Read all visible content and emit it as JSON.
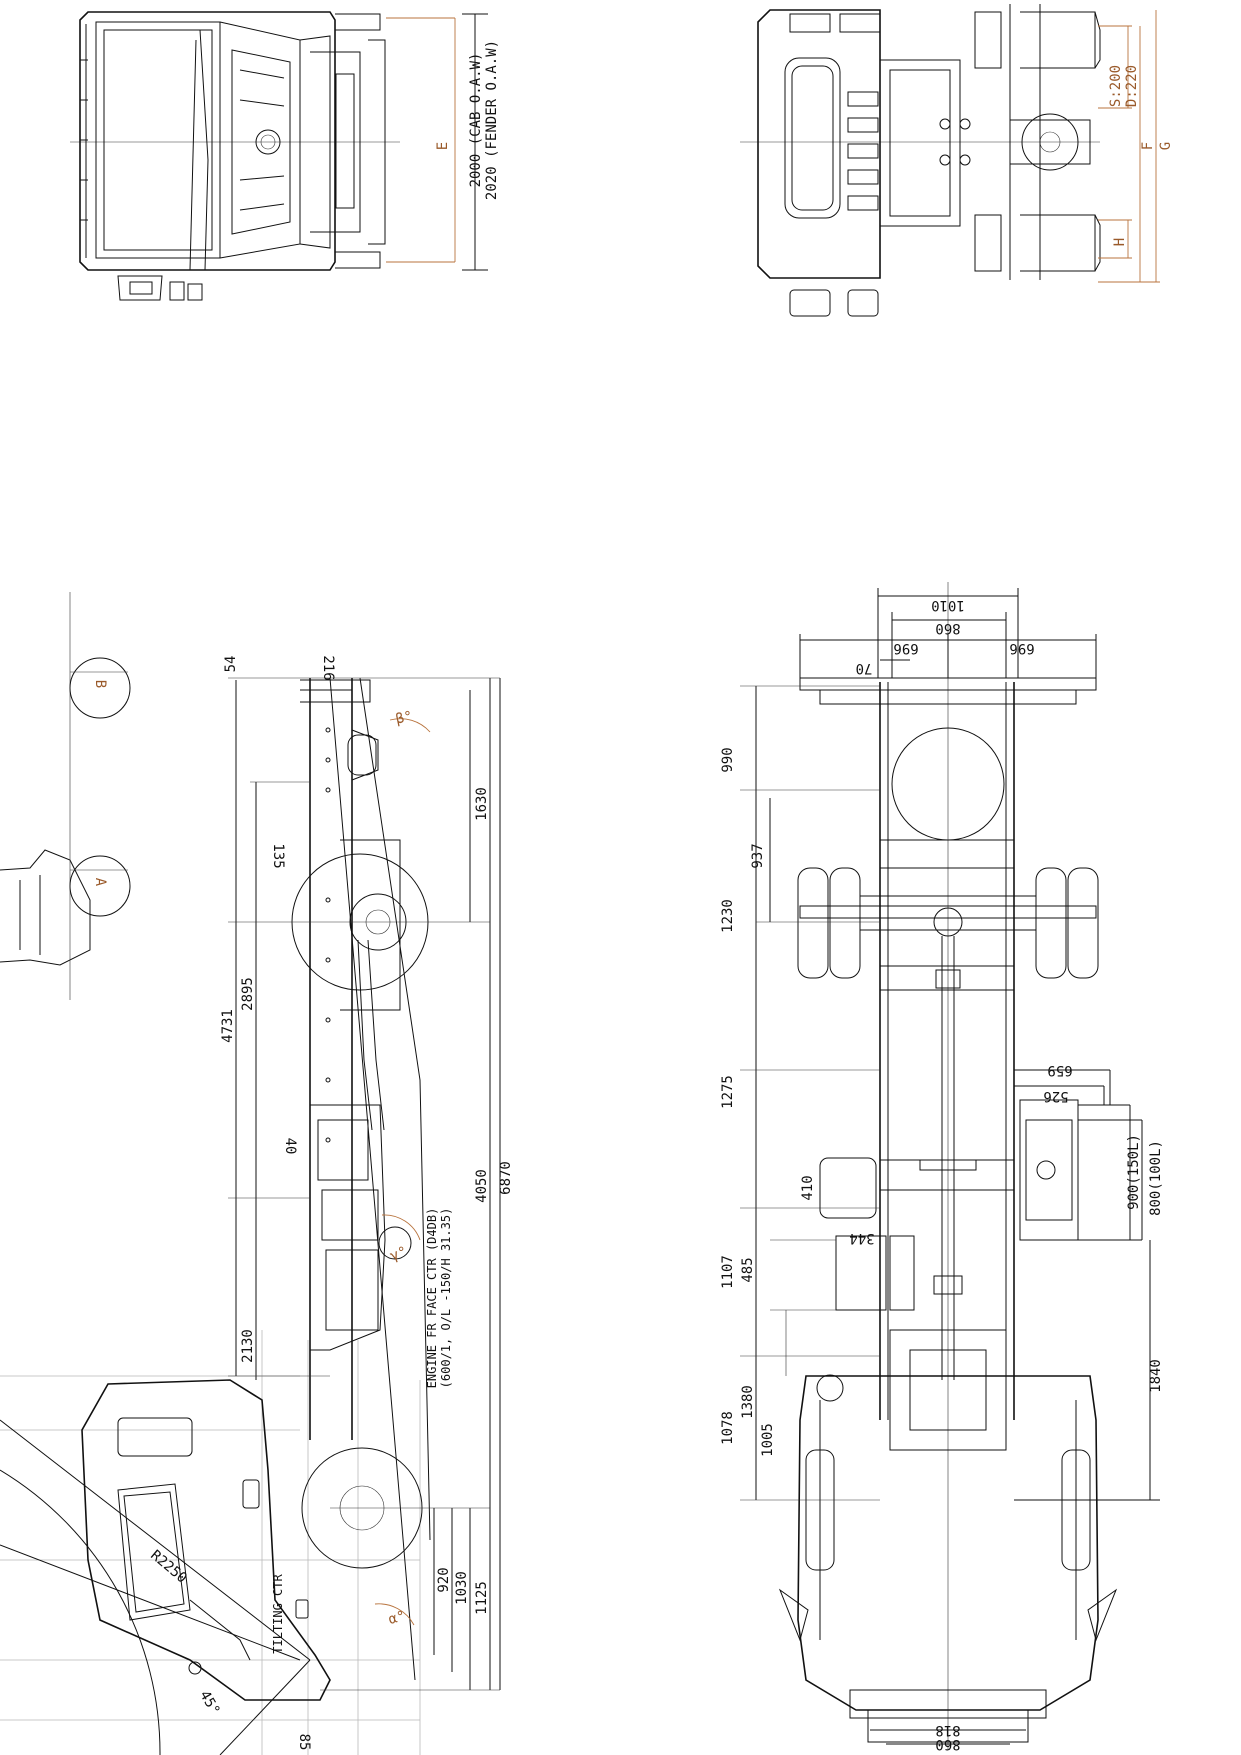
{
  "front_view": {
    "dim_letter": "E",
    "cab_width_label": "2000 (CAB O.A.W)",
    "fender_width_label": "2020 (FENDER O.A.W)"
  },
  "rear_view": {
    "dim_f": "F",
    "dim_g": "G",
    "dim_h": "H",
    "s_label": "S:200",
    "d_label": "D:220"
  },
  "side_view": {
    "angle_a": "A",
    "angle_b": "B",
    "angle_alpha": "α°",
    "angle_beta": "β°",
    "angle_gamma": "γ°",
    "tilt_angle": "45°",
    "tilt_radius": "R2250",
    "tilting_ctr": "TILTING CTR",
    "engine_note_1": "ENGINE FR FACE CTR (D4DB)",
    "engine_note_2": "(600/1, O/L -150/H 31.35)",
    "dims": {
      "d54": "54",
      "d216": "216",
      "d135": "135",
      "d40": "40",
      "d85": "85",
      "d1630": "1630",
      "d4731": "4731",
      "d2895": "2895",
      "d2130": "2130",
      "d4050": "4050",
      "d6870": "6870",
      "d920": "920",
      "d1030": "1030",
      "d1125": "1125"
    }
  },
  "top_view": {
    "dims": {
      "d1010": "1010",
      "d860_top": "860",
      "d696_left": "696",
      "d696_right": "696",
      "d70": "70",
      "d990": "990",
      "d937": "937",
      "d1230": "1230",
      "d1275": "1275",
      "d659": "659",
      "d526": "526",
      "d410": "410",
      "d900": "900(150L)",
      "d800": "800(100L)",
      "d344": "344",
      "d1107": "1107",
      "d485": "485",
      "d1380": "1380",
      "d1078": "1078",
      "d1005": "1005",
      "d1840": "1840",
      "d818": "818",
      "d860_bottom": "860"
    }
  }
}
